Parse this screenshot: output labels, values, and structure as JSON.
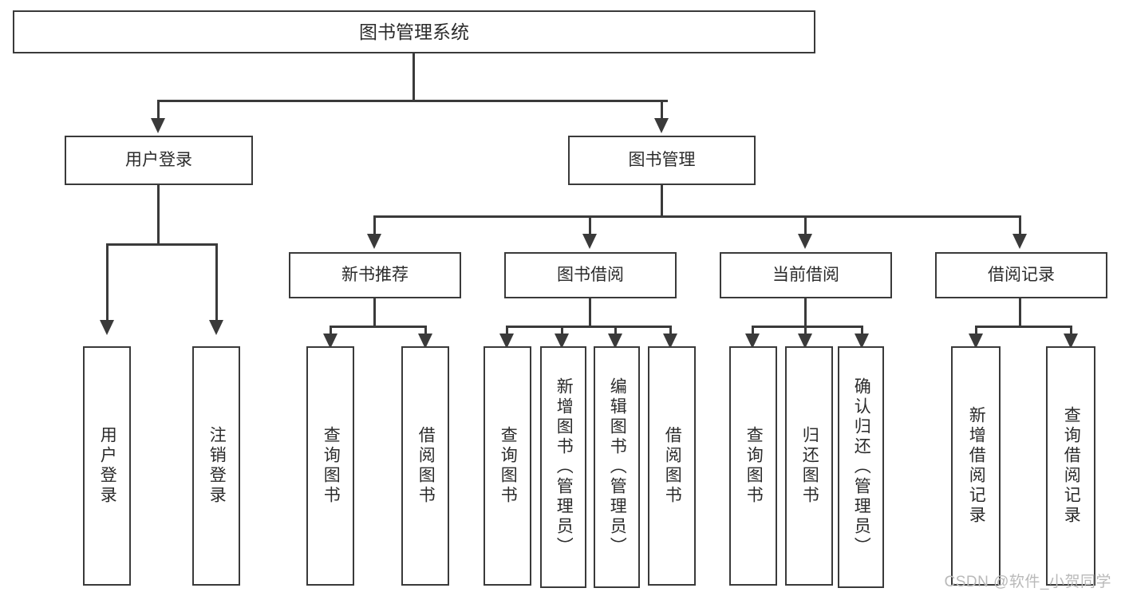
{
  "diagram": {
    "title": "图书管理系统",
    "type": "tree",
    "root": {
      "label": "图书管理系统"
    },
    "level2": [
      {
        "id": "user-login",
        "label": "用户登录"
      },
      {
        "id": "book-manage",
        "label": "图书管理"
      }
    ],
    "level3": [
      {
        "id": "new-book-recommend",
        "label": "新书推荐",
        "parent": "book-manage"
      },
      {
        "id": "book-borrow",
        "label": "图书借阅",
        "parent": "book-manage"
      },
      {
        "id": "current-borrow",
        "label": "当前借阅",
        "parent": "book-manage"
      },
      {
        "id": "borrow-record",
        "label": "借阅记录",
        "parent": "book-manage"
      }
    ],
    "leaves": {
      "user-login": [
        {
          "id": "leaf-user-login",
          "label": "用户登录"
        },
        {
          "id": "leaf-logout",
          "label": "注销登录"
        }
      ],
      "new-book-recommend": [
        {
          "id": "leaf-query-book-1",
          "label": "查询图书"
        },
        {
          "id": "leaf-borrow-book-1",
          "label": "借阅图书"
        }
      ],
      "book-borrow": [
        {
          "id": "leaf-query-book-2",
          "label": "查询图书"
        },
        {
          "id": "leaf-add-book",
          "label": "新增图书（管理员）"
        },
        {
          "id": "leaf-edit-book",
          "label": "编辑图书（管理员）"
        },
        {
          "id": "leaf-borrow-book-2",
          "label": "借阅图书"
        }
      ],
      "current-borrow": [
        {
          "id": "leaf-query-book-3",
          "label": "查询图书"
        },
        {
          "id": "leaf-return-book",
          "label": "归还图书"
        },
        {
          "id": "leaf-confirm-return",
          "label": "确认归还（管理员）"
        }
      ],
      "borrow-record": [
        {
          "id": "leaf-add-record",
          "label": "新增借阅记录"
        },
        {
          "id": "leaf-query-record",
          "label": "查询借阅记录"
        }
      ]
    }
  },
  "watermark": {
    "text": "CSDN @软件_小贺同学"
  },
  "colors": {
    "line": "#3a3a3a",
    "box_fill": "#ffffff",
    "text": "#2b2b2b",
    "watermark": "#b9b9b9"
  }
}
